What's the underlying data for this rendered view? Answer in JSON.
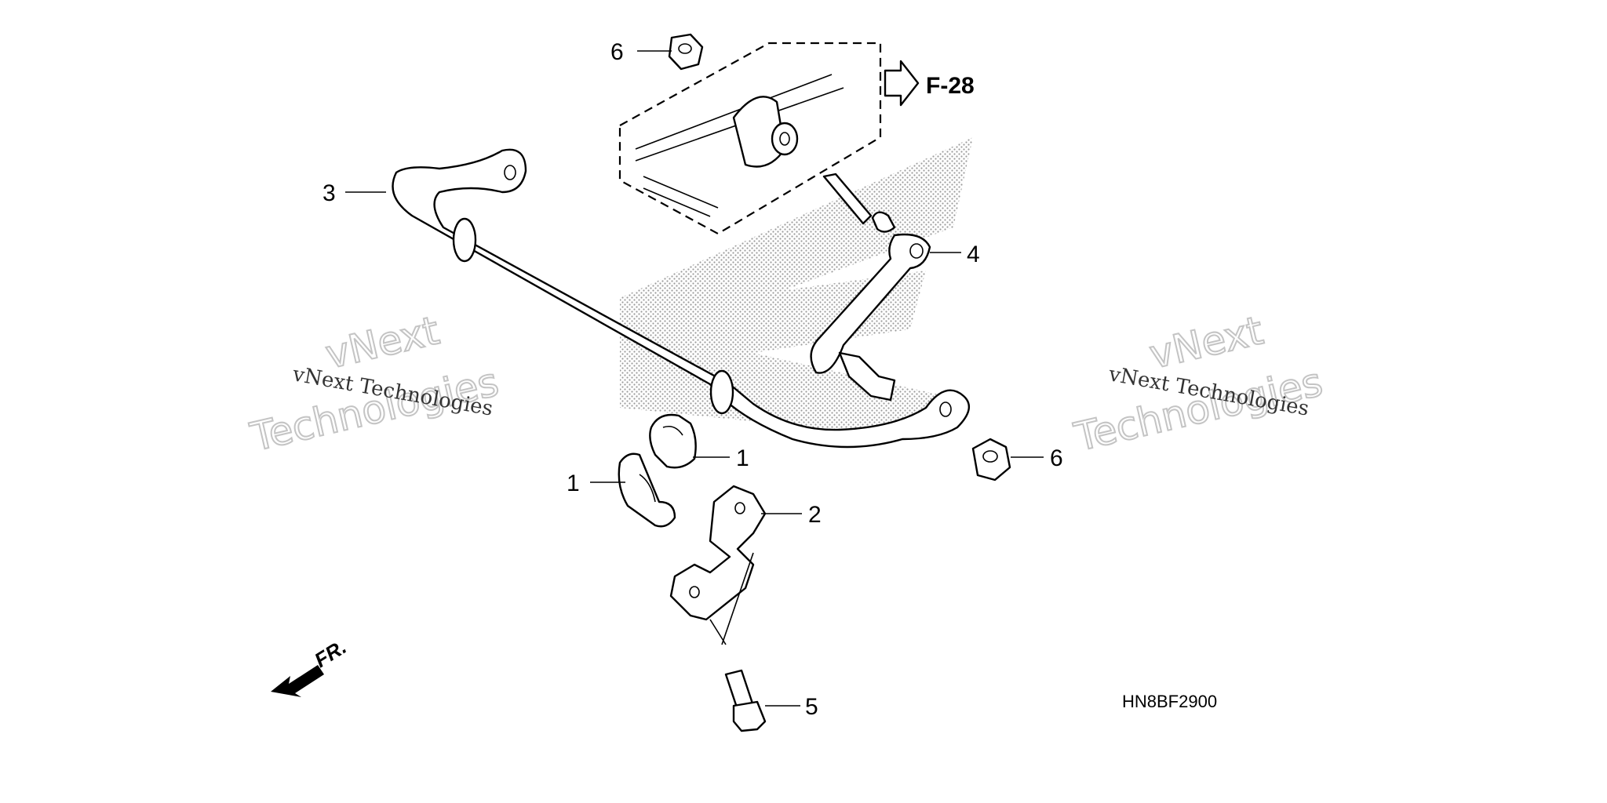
{
  "diagram": {
    "reference": "F-28",
    "part_code": "HN8BF2900",
    "direction_label": "FR.",
    "callouts": [
      {
        "label": "6"
      },
      {
        "label": "3"
      },
      {
        "label": "4"
      },
      {
        "label": "1"
      },
      {
        "label": "1"
      },
      {
        "label": "6"
      },
      {
        "label": "2"
      },
      {
        "label": "5"
      }
    ],
    "watermark": {
      "line_small": "vNext Technologies",
      "line_big_1": "vNext",
      "line_big_2": "Technologies"
    }
  }
}
